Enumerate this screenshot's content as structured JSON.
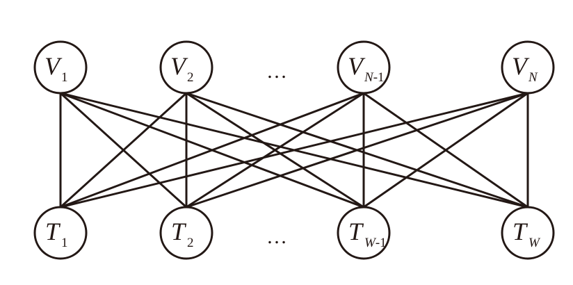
{
  "diagram": {
    "type": "complete-bipartite-graph",
    "colors": {
      "stroke": "#231815",
      "node_fill": "#ffffff",
      "background": "#ffffff"
    },
    "top_row": {
      "name": "V",
      "nodes": [
        {
          "id": "V1",
          "main": "V",
          "sub": "1",
          "sub_italic_part": "",
          "sub_plain_part": "1"
        },
        {
          "id": "V2",
          "main": "V",
          "sub": "2",
          "sub_italic_part": "",
          "sub_plain_part": "2"
        },
        {
          "id": "VN-1",
          "main": "V",
          "sub": "N-1",
          "sub_italic_part": "N",
          "sub_plain_part": "-1"
        },
        {
          "id": "VN",
          "main": "V",
          "sub": "N",
          "sub_italic_part": "N",
          "sub_plain_part": ""
        }
      ],
      "ellipsis": "…"
    },
    "bottom_row": {
      "name": "T",
      "nodes": [
        {
          "id": "T1",
          "main": "T",
          "sub": "1",
          "sub_italic_part": "",
          "sub_plain_part": "1"
        },
        {
          "id": "T2",
          "main": "T",
          "sub": "2",
          "sub_italic_part": "",
          "sub_plain_part": "2"
        },
        {
          "id": "TW-1",
          "main": "T",
          "sub": "W-1",
          "sub_italic_part": "W",
          "sub_plain_part": "-1"
        },
        {
          "id": "TW",
          "main": "T",
          "sub": "W",
          "sub_italic_part": "W",
          "sub_plain_part": ""
        }
      ],
      "ellipsis": "…"
    },
    "edges": [
      [
        "V1",
        "T1"
      ],
      [
        "V1",
        "T2"
      ],
      [
        "V1",
        "TW-1"
      ],
      [
        "V1",
        "TW"
      ],
      [
        "V2",
        "T1"
      ],
      [
        "V2",
        "T2"
      ],
      [
        "V2",
        "TW-1"
      ],
      [
        "V2",
        "TW"
      ],
      [
        "VN-1",
        "T1"
      ],
      [
        "VN-1",
        "T2"
      ],
      [
        "VN-1",
        "TW-1"
      ],
      [
        "VN-1",
        "TW"
      ],
      [
        "VN",
        "T1"
      ],
      [
        "VN",
        "T2"
      ],
      [
        "VN",
        "TW-1"
      ],
      [
        "VN",
        "TW"
      ]
    ]
  }
}
